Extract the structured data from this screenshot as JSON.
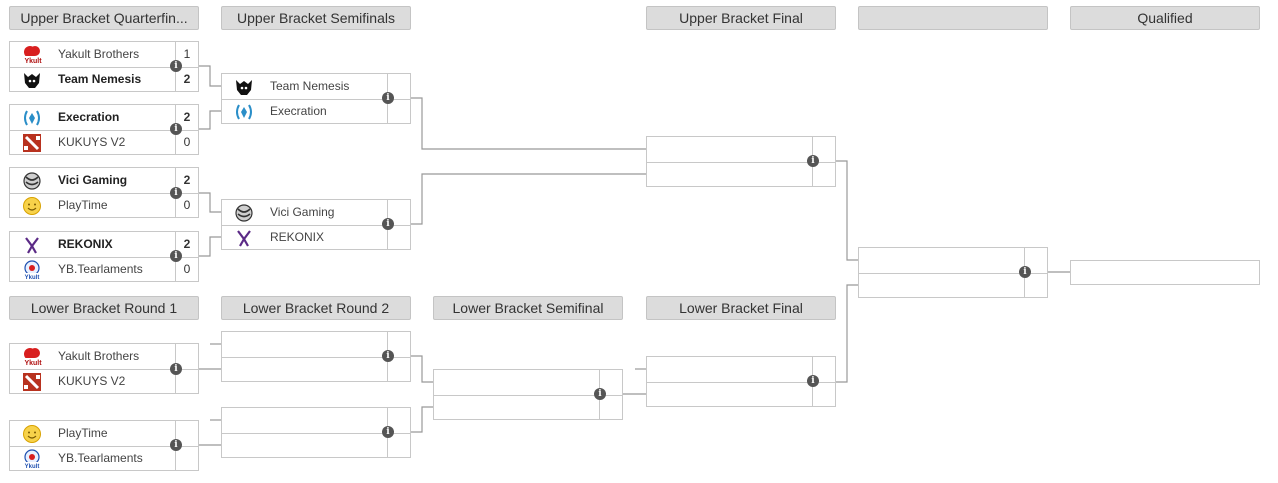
{
  "headers": {
    "ub_qf": "Upper Bracket Quarterfin...",
    "ub_sf": "Upper Bracket Semifinals",
    "ub_final": "Upper Bracket Final",
    "grand_final": "",
    "qualified": "Qualified",
    "lb_r1": "Lower Bracket Round 1",
    "lb_r2": "Lower Bracket Round 2",
    "lb_sf": "Lower Bracket Semifinal",
    "lb_final": "Lower Bracket Final"
  },
  "ub_qf": [
    {
      "t1": "Yakult Brothers",
      "s1": "1",
      "t2": "Team Nemesis",
      "s2": "2"
    },
    {
      "t1": "Execration",
      "s1": "2",
      "t2": "KUKUYS V2",
      "s2": "0"
    },
    {
      "t1": "Vici Gaming",
      "s1": "2",
      "t2": "PlayTime",
      "s2": "0"
    },
    {
      "t1": "REKONIX",
      "s1": "2",
      "t2": "YB.Tearlaments",
      "s2": "0"
    }
  ],
  "ub_sf": [
    {
      "t1": "Team Nemesis",
      "t2": "Execration"
    },
    {
      "t1": "Vici Gaming",
      "t2": "REKONIX"
    }
  ],
  "lb_r1": [
    {
      "t1": "Yakult Brothers",
      "t2": "KUKUYS V2"
    },
    {
      "t1": "PlayTime",
      "t2": "YB.Tearlaments"
    }
  ],
  "info_symbol": "i"
}
